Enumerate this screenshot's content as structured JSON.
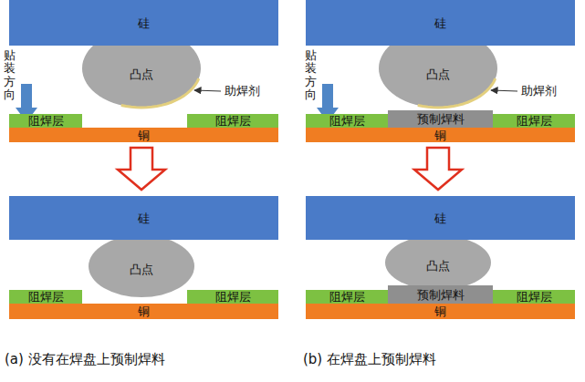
{
  "diagram": {
    "nodes": [
      {
        "text": [
          "硅"
        ]
      },
      {
        "text": [
          "凸点"
        ]
      },
      {
        "text": [
          "阻焊层"
        ]
      },
      {
        "text": [
          "阻焊层"
        ]
      },
      {
        "text": [
          "铜"
        ]
      },
      {
        "text": [
          "硅"
        ]
      },
      {
        "text": [
          "凸点"
        ]
      },
      {
        "text": [
          "阻焊层"
        ]
      },
      {
        "text": [
          "阻焊层"
        ]
      },
      {
        "text": [
          "铜"
        ]
      },
      {
        "text": [
          "硅"
        ]
      },
      {
        "text": [
          "凸点"
        ]
      },
      {
        "text": [
          "阻焊层"
        ]
      },
      {
        "text": [
          "预制焊料"
        ]
      },
      {
        "text": [
          "阻焊层"
        ]
      },
      {
        "text": [
          "铜"
        ]
      },
      {
        "text": [
          "硅"
        ]
      },
      {
        "text": [
          "凸点"
        ]
      },
      {
        "text": [
          "阻焊层"
        ]
      },
      {
        "text": [
          "预制焊料"
        ]
      },
      {
        "text": [
          "阻焊层"
        ]
      },
      {
        "text": [
          "铜"
        ]
      }
    ],
    "labels": [
      "贴装方向",
      "助焊剂",
      "(a) 没有在焊盘上预制焊料",
      "贴装方向",
      "助焊剂",
      "(b) 在焊盘上预制焊料"
    ]
  }
}
